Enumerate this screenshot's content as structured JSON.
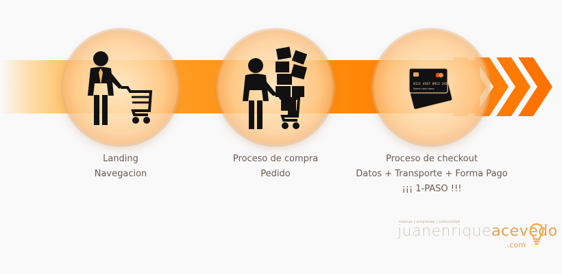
{
  "steps": [
    {
      "icon": "person-cart-icon",
      "line1": "Landing",
      "line2": "Navegacion"
    },
    {
      "icon": "person-cart-boxes-icon",
      "line1": "Proceso de compra",
      "line2": "Pedido"
    },
    {
      "icon": "credit-cards-icon",
      "line1": "Proceso de checkout",
      "line2": "Datos + Transporte + Forma Pago",
      "line3": "¡¡¡ 1-PASO !!!"
    }
  ],
  "card": {
    "number": "0121 4567 8912 3456",
    "name": "Name Last name"
  },
  "brand": {
    "tagline": "marcas | empresas | comunidad",
    "name_light": "juanenrique",
    "name_bold": "acevedo",
    "domain": ".com"
  },
  "colors": {
    "band": "#ff8a0a",
    "chevron": "#ff7a00",
    "label": "#6a5a4f",
    "brand_accent": "#f0a052"
  }
}
